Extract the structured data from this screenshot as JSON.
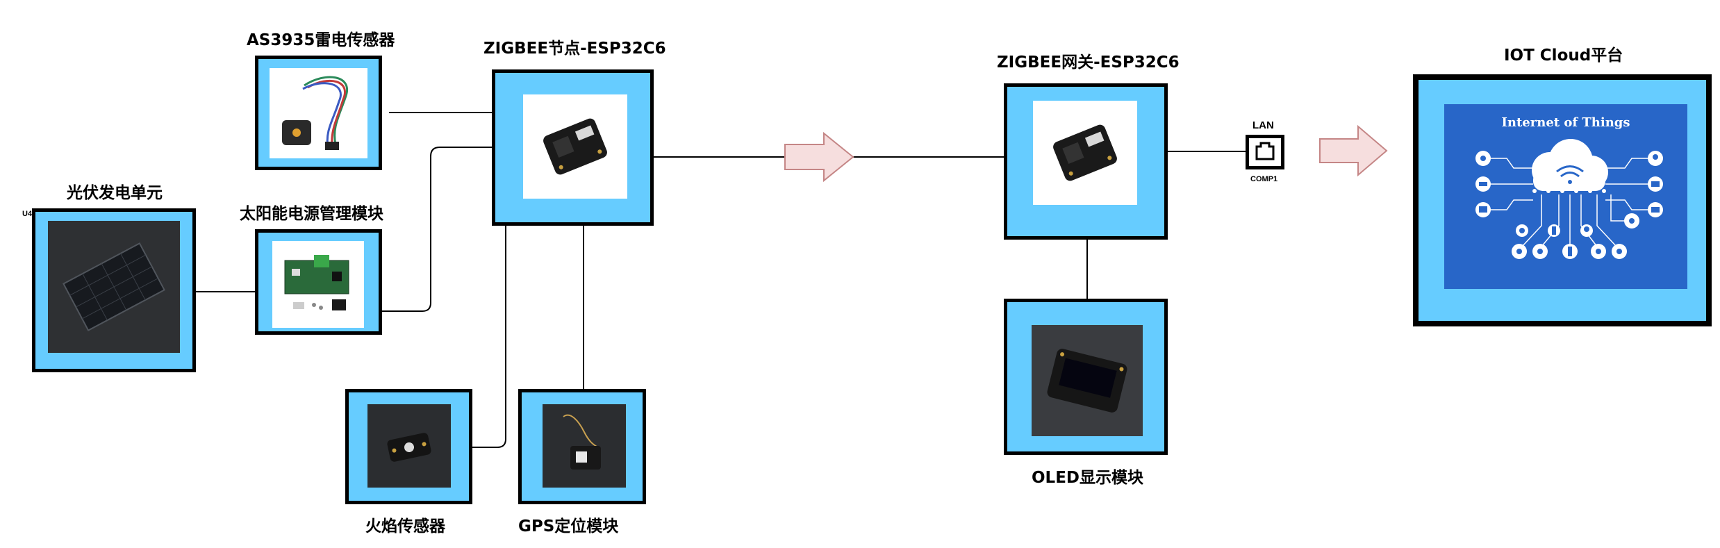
{
  "nodes": {
    "solar_panel": {
      "label": "光伏发电单元"
    },
    "as3935": {
      "label": "AS3935雷电传感器"
    },
    "solar_power_mgmt": {
      "label": "太阳能电源管理模块"
    },
    "zigbee_node": {
      "label": "ZIGBEE节点-ESP32C6"
    },
    "flame_sensor": {
      "label": "火焰传感器"
    },
    "gps": {
      "label": "GPS定位模块"
    },
    "zigbee_gateway": {
      "label": "ZIGBEE网关-ESP32C6"
    },
    "oled": {
      "label": "OLED显示模块"
    },
    "lan_port": {
      "label": "LAN",
      "sublabel": "COMP1"
    },
    "iot_cloud": {
      "label": "IOT Cloud平台",
      "image_title": "Internet of Things"
    }
  },
  "edge_fragment": "U4",
  "colors": {
    "node_fill": "#66ccff",
    "node_border": "#000000",
    "arrow_fill": "#f6dede",
    "arrow_stroke": "#c58686",
    "iot_blue": "#2866c8"
  },
  "connections": [
    [
      "solar_panel",
      "solar_power_mgmt"
    ],
    [
      "as3935",
      "zigbee_node"
    ],
    [
      "solar_power_mgmt",
      "zigbee_node"
    ],
    [
      "zigbee_node",
      "flame_sensor"
    ],
    [
      "zigbee_node",
      "gps"
    ],
    [
      "zigbee_node",
      "zigbee_gateway"
    ],
    [
      "zigbee_gateway",
      "oled"
    ],
    [
      "zigbee_gateway",
      "lan_port"
    ],
    [
      "lan_port",
      "iot_cloud"
    ]
  ]
}
